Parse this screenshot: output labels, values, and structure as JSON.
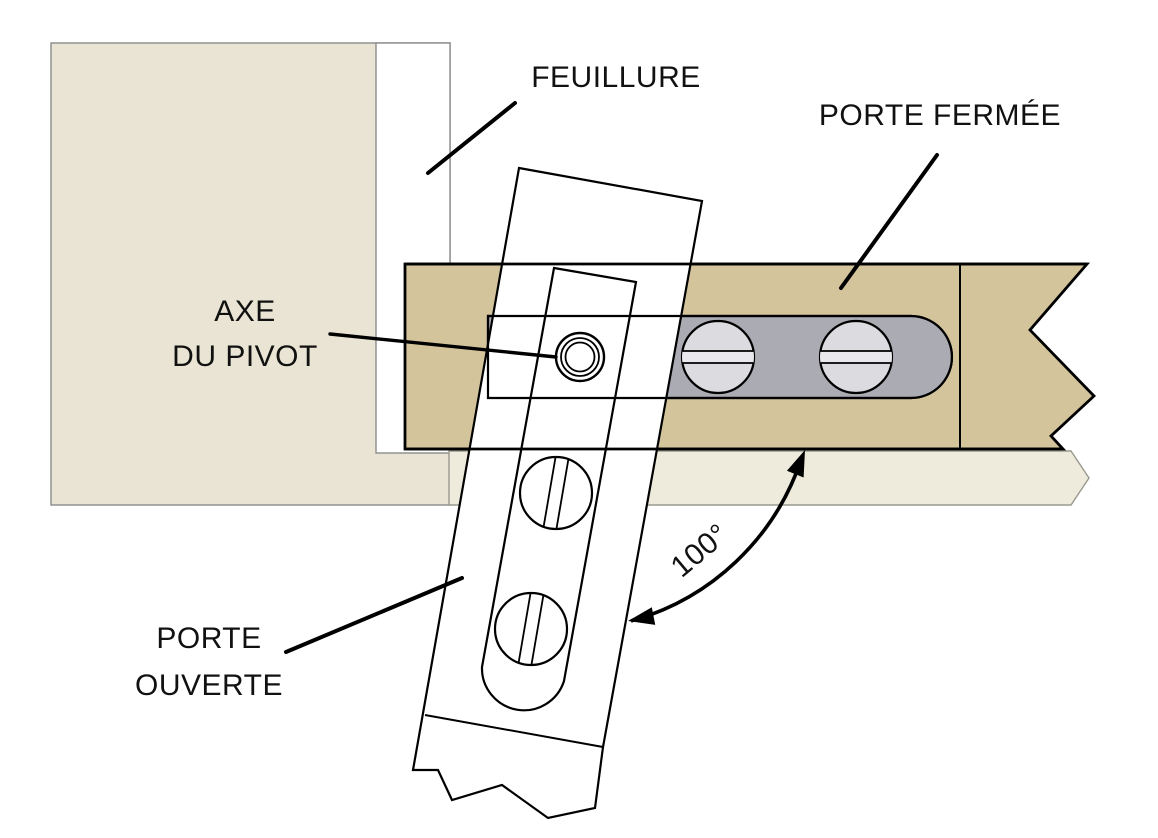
{
  "figure": {
    "title_context": "Pivot door hinge technical diagram",
    "labels": {
      "feuillure": "FEUILLURE",
      "porte_fermee": "PORTE FERMÉE",
      "axe_pivot_line1": "AXE",
      "axe_pivot_line2": "DU PIVOT",
      "porte_ouverte_line1": "PORTE",
      "porte_ouverte_line2": "OUVERTE",
      "angle_value": "100°"
    },
    "colors": {
      "background": "#FFFFFF",
      "wall_fill": "#E9E4D3",
      "rebate_fill": "#FFFFFF",
      "strip_fill": "#EFEBDC",
      "closed_door_fill": "#D3C49C",
      "plate_fill": "#ABABB3",
      "screw_fill": "#DBDBE0",
      "screw_slot_fill": "#E8E8ED",
      "outline": "#000000",
      "border_gray": "#8C8C8C"
    }
  }
}
